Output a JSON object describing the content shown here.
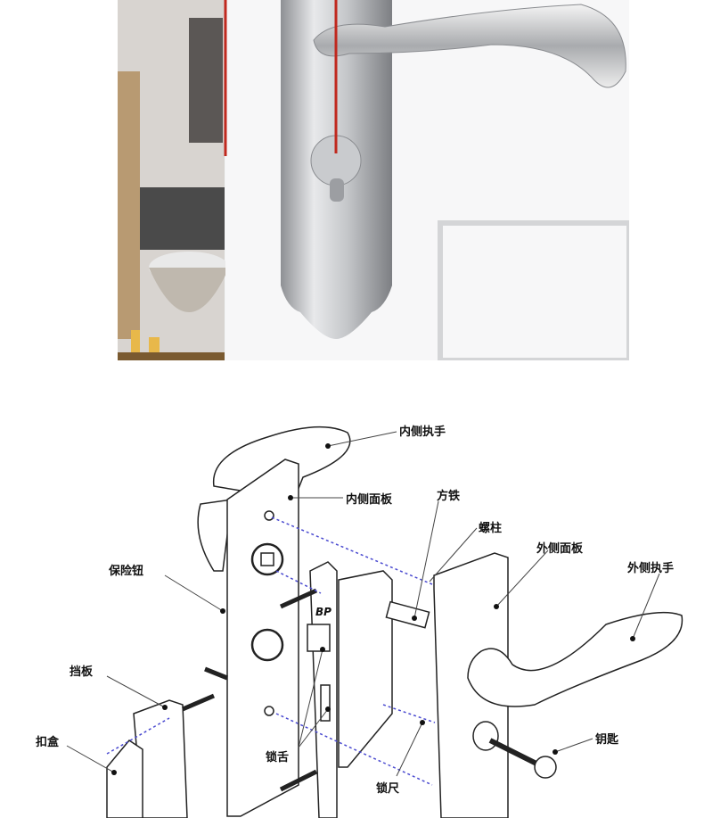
{
  "diagram": {
    "labels": {
      "inner_handle": "内侧执手",
      "inner_panel": "内侧面板",
      "spindle": "方铁",
      "screw_post": "螺柱",
      "outer_panel": "外侧面板",
      "outer_handle": "外侧执手",
      "safety_knob": "保险钮",
      "strike_plate": "挡板",
      "strike_box": "扣盒",
      "latch_bolt": "锁舌",
      "lock_body_rod": "锁尺",
      "key": "钥匙",
      "lock_mark": "BP"
    }
  },
  "colors": {
    "accent_line": "#c0281e",
    "dashed_guide": "#4a4ad0"
  }
}
